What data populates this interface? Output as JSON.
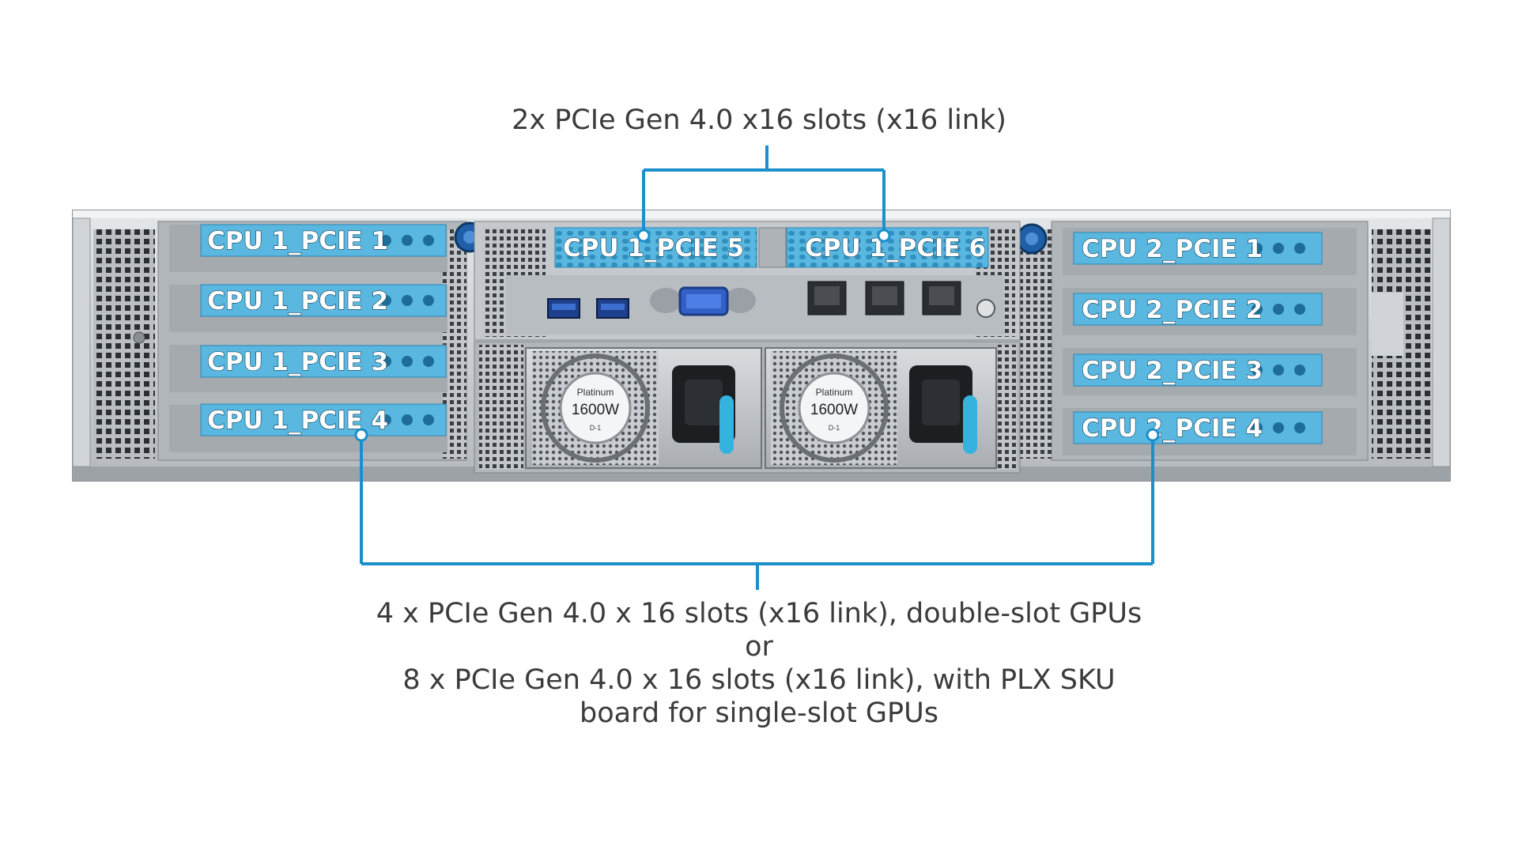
{
  "captions": {
    "top": "2x PCIe Gen 4.0 x16 slots (x16 link)",
    "bottom_line1": "4 x PCIe Gen 4.0 x 16 slots (x16 link), double-slot GPUs",
    "bottom_line2": "or",
    "bottom_line3": "8 x PCIe Gen 4.0 x 16 slots (x16 link), with PLX SKU",
    "bottom_line4": "board for single-slot GPUs"
  },
  "slots": {
    "cpu1_pcie1": "CPU 1_PCIE 1",
    "cpu1_pcie2": "CPU 1_PCIE 2",
    "cpu1_pcie3": "CPU 1_PCIE 3",
    "cpu1_pcie4": "CPU 1_PCIE 4",
    "cpu1_pcie5": "CPU 1_PCIE 5",
    "cpu1_pcie6": "CPU 1_PCIE 6",
    "cpu2_pcie1": "CPU 2_PCIE 1",
    "cpu2_pcie2": "CPU 2_PCIE 2",
    "cpu2_pcie3": "CPU 2_PCIE 3",
    "cpu2_pcie4": "CPU 2_PCIE 4"
  },
  "psu": {
    "rating_line1": "Platinum",
    "rating_line2": "1600W",
    "rating_line3": "D-1"
  },
  "colors": {
    "accent_blue": "#1b8fcb",
    "slot_blue": "#5ab8e0",
    "chassis": "#c8ccd0",
    "handle_teal": "#35b3de"
  }
}
